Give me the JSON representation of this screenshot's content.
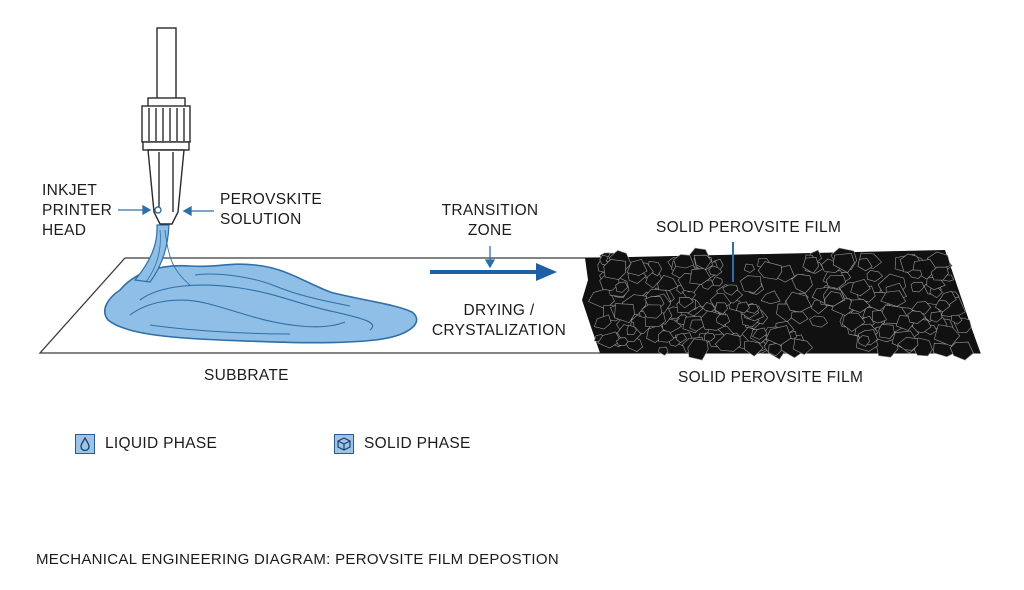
{
  "labels": {
    "inkjet_head": [
      "INKJET",
      "PRINTER",
      "HEAD"
    ],
    "perovskite_solution": [
      "PEROVSKITE",
      "SOLUTION"
    ],
    "transition_zone": [
      "TRANSITION",
      "ZONE"
    ],
    "drying": [
      "DRYING /",
      "CRYSTALIZATION"
    ],
    "film_top": "SOLID PEROVSITE FILM",
    "substrate": "SUBBRATE",
    "film_bottom": "SOLID PEROVSITE FILM"
  },
  "legend": {
    "liquid": {
      "label": "LIQUID PHASE",
      "icon": "droplet-icon"
    },
    "solid": {
      "label": "SOLID PHASE",
      "icon": "crystal-cube-icon"
    }
  },
  "caption": "MECHANICAL ENGINEERING DIAGRAM: PEROVSITE FILM DEPOSTION",
  "colors": {
    "liquid_fill": "#8fbfe6",
    "liquid_stroke": "#2f6fa8",
    "arrow": "#1f5fa5",
    "crystal": "#111111",
    "crystal_edge": "#9a9a9a"
  }
}
